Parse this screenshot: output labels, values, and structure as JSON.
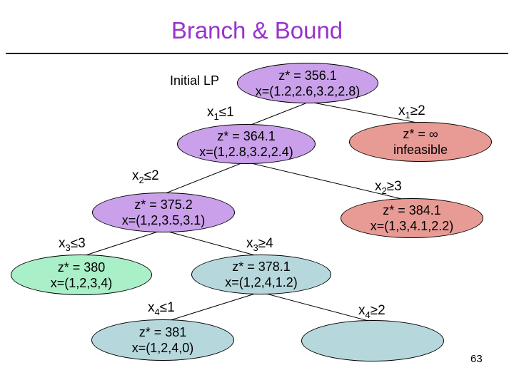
{
  "slide": {
    "title": "Branch & Bound",
    "root_annotation": "Initial LP",
    "page_number": "63"
  },
  "colors": {
    "title_text": "#9933CC",
    "node_purple": "#C9A0E9",
    "node_pink": "#E89B95",
    "node_green": "#A9EFC7",
    "node_blue": "#B6D8DD",
    "node_border": "#000000",
    "edge_line": "#000000"
  },
  "tree": {
    "nodes": [
      {
        "id": "root",
        "line1": "z* = 356.1",
        "line2": "x=(1.2,2.6,3.2,2.8)",
        "color": "purple"
      },
      {
        "id": "x1-le1",
        "line1": "z* = 364.1",
        "line2": "x=(1,2.8,3.2,2.4)",
        "color": "purple"
      },
      {
        "id": "x1-ge2",
        "line1": "z* = ∞",
        "line2": "infeasible",
        "color": "pink"
      },
      {
        "id": "x2-le2",
        "line1": "z* = 375.2",
        "line2": "x=(1,2,3.5,3.1)",
        "color": "purple"
      },
      {
        "id": "x2-ge3",
        "line1": "z* = 384.1",
        "line2": "x=(1,3,4.1,2.2)",
        "color": "pink"
      },
      {
        "id": "x3-le3",
        "line1": "z* = 380",
        "line2": "x=(1,2,3,4)",
        "color": "green"
      },
      {
        "id": "x3-ge4",
        "line1": "z* = 378.1",
        "line2": "x=(1,2,4,1.2)",
        "color": "blue"
      },
      {
        "id": "x4-le1",
        "line1": "z* = 381",
        "line2": "x=(1,2,4,0)",
        "color": "blue"
      },
      {
        "id": "x4-ge2",
        "line1": "",
        "line2": "",
        "color": "blue"
      }
    ],
    "edge_labels": [
      {
        "base": "x",
        "sub": "1",
        "rest": "≤1"
      },
      {
        "base": "x",
        "sub": "1",
        "rest": "≥2"
      },
      {
        "base": "x",
        "sub": "2",
        "rest": "≤2"
      },
      {
        "base": "x",
        "sub": "2",
        "rest": "≥3"
      },
      {
        "base": "x",
        "sub": "3",
        "rest": "≤3"
      },
      {
        "base": "x",
        "sub": "3",
        "rest": "≥4"
      },
      {
        "base": "x",
        "sub": "4",
        "rest": "≤1"
      },
      {
        "base": "x",
        "sub": "4",
        "rest": "≥2"
      }
    ]
  }
}
